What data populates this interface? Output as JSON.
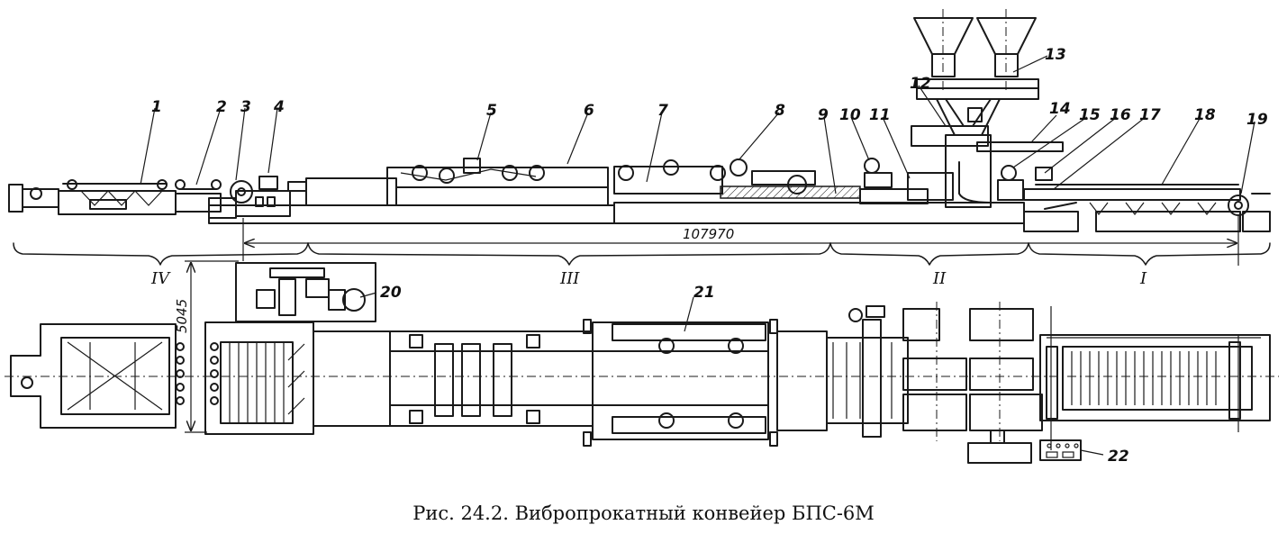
{
  "figure": {
    "caption": "Рис. 24.2. Вибропрокатный конвейер БПС-6М",
    "labels": [
      "1",
      "2",
      "3",
      "4",
      "5",
      "6",
      "7",
      "8",
      "9",
      "10",
      "11",
      "12",
      "13",
      "14",
      "15",
      "16",
      "17",
      "18",
      "19",
      "20",
      "21",
      "22"
    ],
    "zones": [
      "IV",
      "III",
      "II",
      "I"
    ],
    "dimensions": {
      "total_length": "107970",
      "width": "5045"
    }
  }
}
